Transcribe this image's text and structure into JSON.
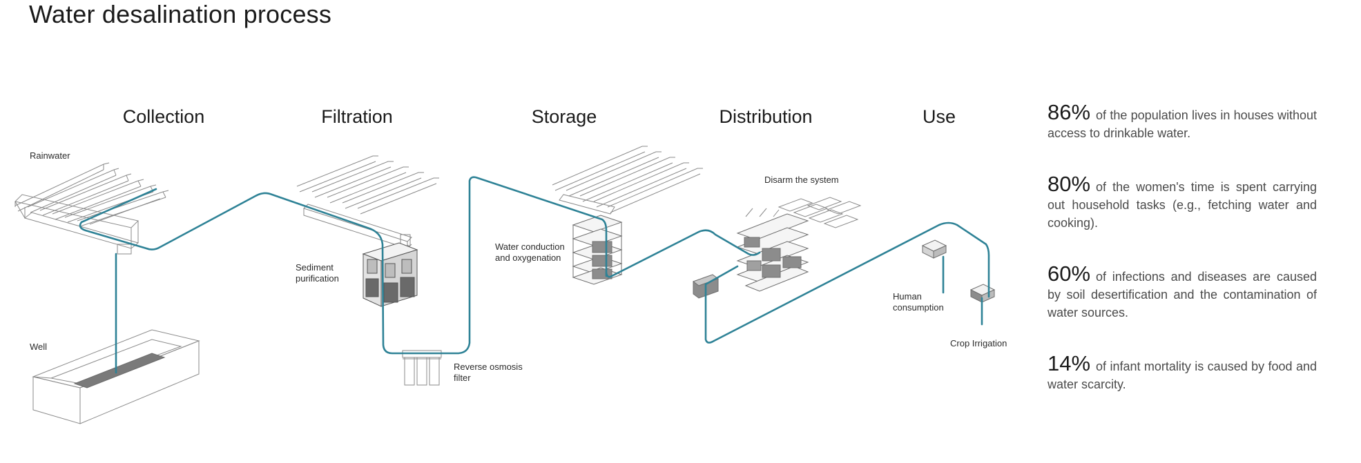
{
  "title": "Water desalination process",
  "stages": [
    {
      "id": "collection",
      "label": "Collection"
    },
    {
      "id": "filtration",
      "label": "Filtration"
    },
    {
      "id": "storage",
      "label": "Storage"
    },
    {
      "id": "distribution",
      "label": "Distribution"
    },
    {
      "id": "use",
      "label": "Use"
    }
  ],
  "component_labels": {
    "rainwater": "Rainwater",
    "well": "Well",
    "sediment": "Sediment\npurification",
    "reverse_osmosis": "Reverse osmosis\nfilter",
    "water_conduction": "Water conduction\nand oxygenation",
    "disarm": "Disarm the system",
    "human": "Human\nconsumption",
    "crop": "Crop Irrigation"
  },
  "stats": [
    {
      "percent": "86%",
      "text": "of the population lives in houses without access to drinkable water."
    },
    {
      "percent": "80%",
      "text": "of the women's  time is spent carrying out household tasks (e.g., fetching water and cooking)."
    },
    {
      "percent": "60%",
      "text": "of infections and diseases are caused by soil desertification and the contamination of water sources."
    },
    {
      "percent": "14%",
      "text": "of infant mortality is caused by food and water scarcity."
    }
  ],
  "colors": {
    "pipe": "#2e8296",
    "line": "#8a8a8a",
    "dark": "#6e6e6e"
  }
}
